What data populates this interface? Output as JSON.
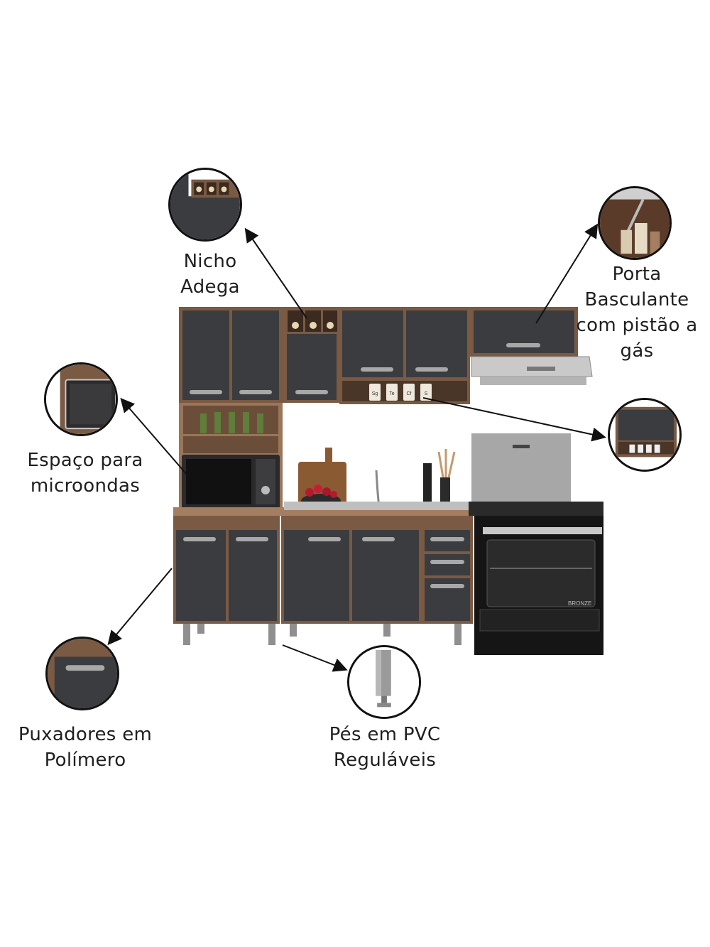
{
  "labels": {
    "nicho": [
      "Nicho",
      "Adega"
    ],
    "porta": [
      "Porta",
      "Basculante",
      "com pistão a",
      "gás"
    ],
    "espaco": [
      "Espaço para",
      "microondas"
    ],
    "puxadores": [
      "Puxadores em",
      "Polímero"
    ],
    "pes": [
      "Pés em PVC",
      "Reguláveis"
    ]
  },
  "jar_labels": [
    "Sg",
    "Te",
    "Cf",
    "S"
  ],
  "stove_brand": "BRONZE",
  "colors": {
    "wood": "#7a5a43",
    "wood_light": "#9a7558",
    "panel": "#3b3c3f",
    "handle": "#a8a8a8",
    "outline": "#111111"
  },
  "icons": {
    "callout_nicho": "wine-rack-closeup-icon",
    "callout_porta": "gas-piston-closeup-icon",
    "callout_espaco": "microwave-niche-closeup-icon",
    "callout_prateleira": "spice-shelf-closeup-icon",
    "callout_puxador": "handle-closeup-icon",
    "callout_pe": "pvc-foot-closeup-icon"
  }
}
